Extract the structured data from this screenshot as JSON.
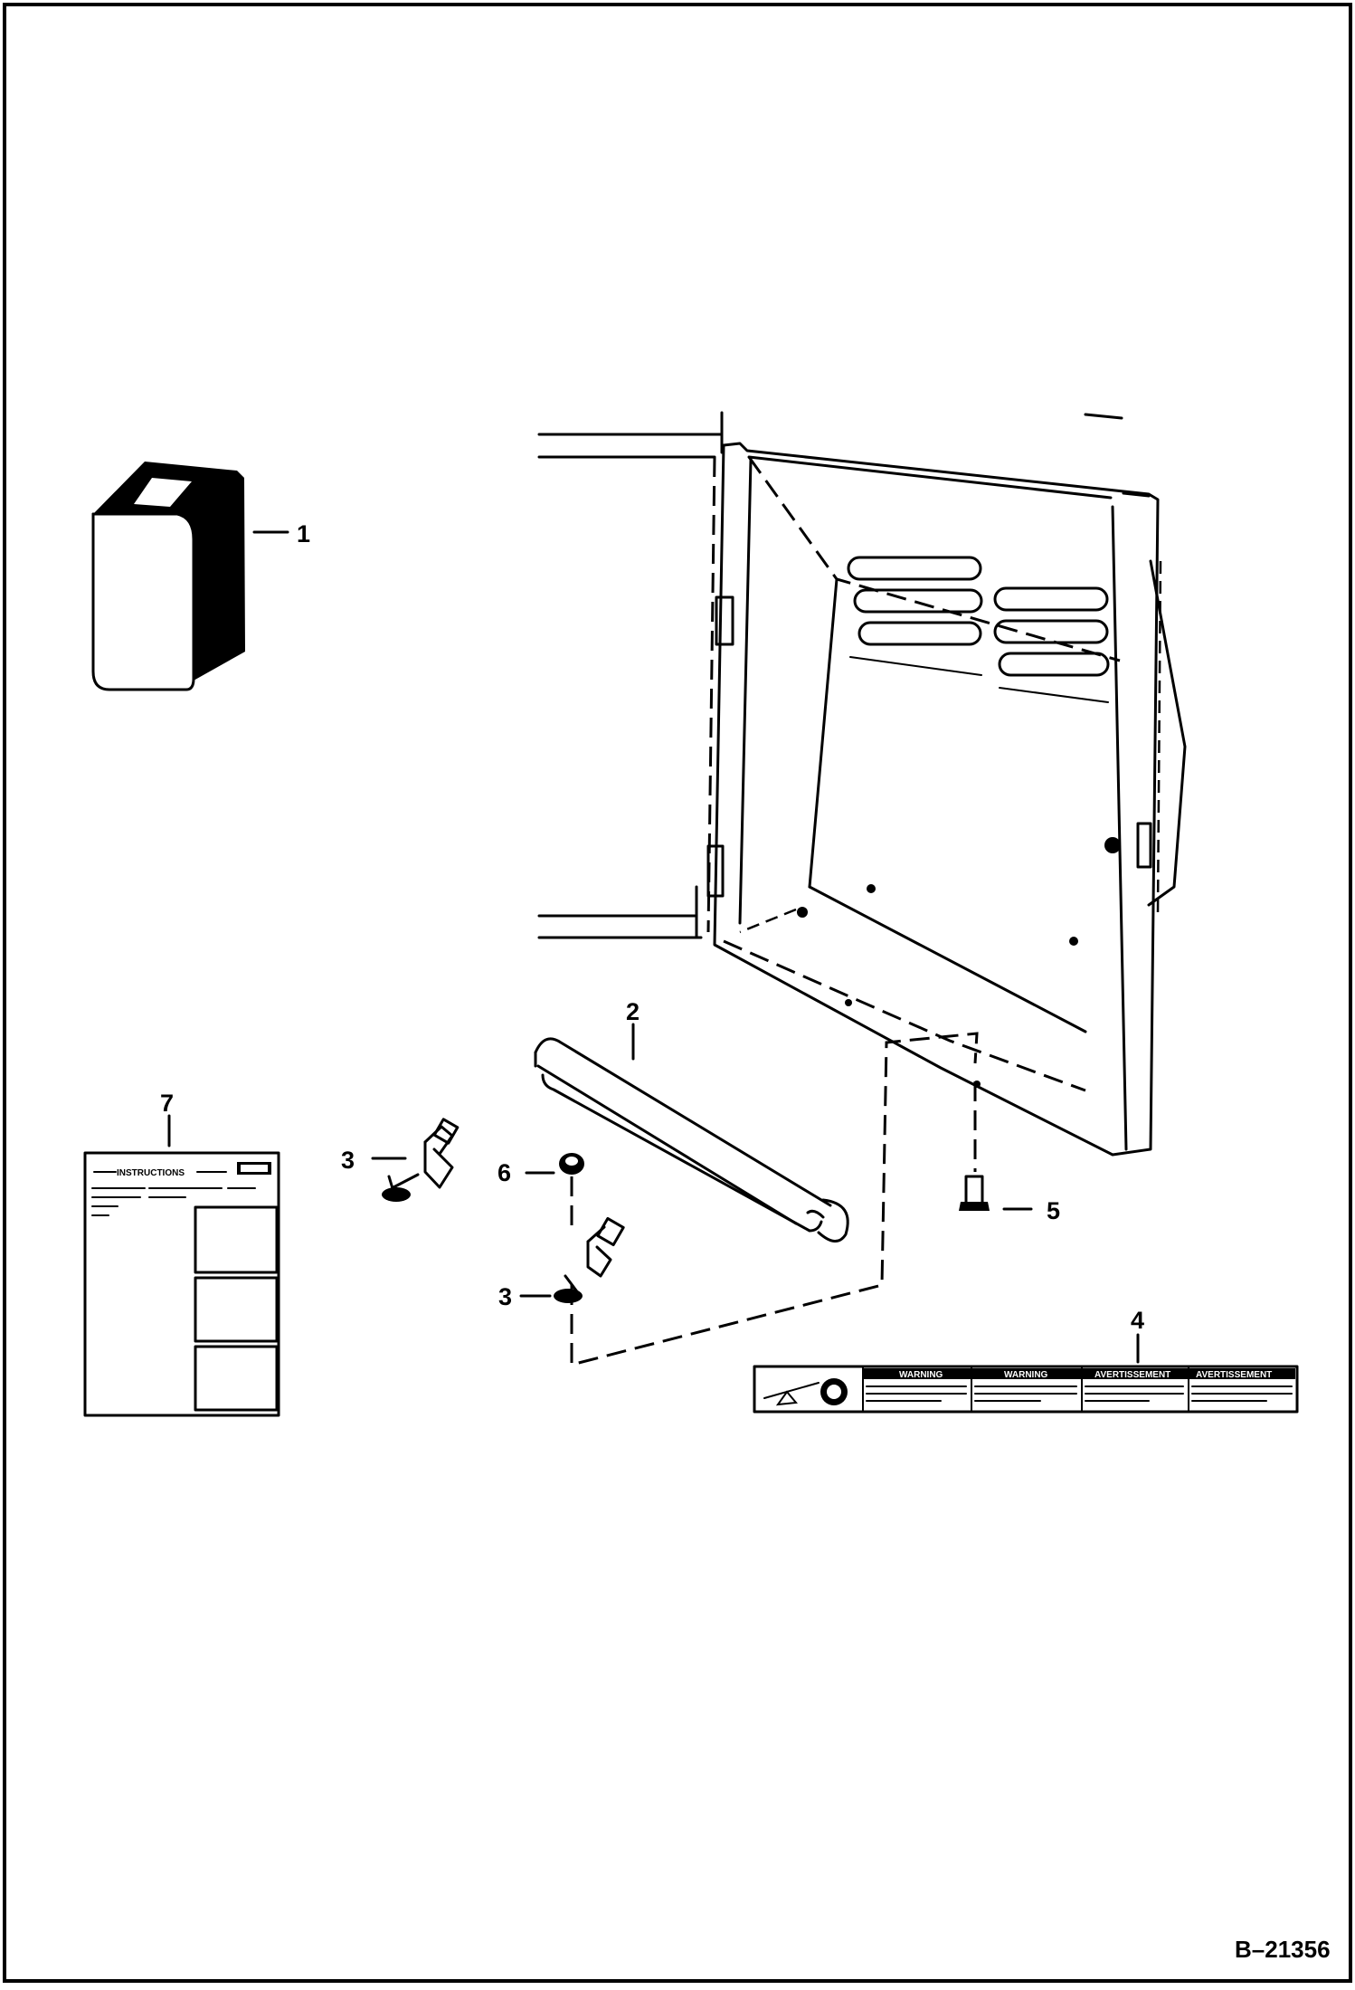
{
  "figure_number": "B–21356",
  "callouts": {
    "c1": "1",
    "c2": "2",
    "c3a": "3",
    "c3b": "3",
    "c4": "4",
    "c5": "5",
    "c6": "6",
    "c7": "7"
  },
  "instruction_sheet": {
    "heading": "INSTRUCTIONS"
  },
  "decal": {
    "panel1_title": "WARNING",
    "panel2_title": "WARNING",
    "panel3_title": "AVERTISSEMENT",
    "panel4_title": "AVERTISSEMENT"
  }
}
